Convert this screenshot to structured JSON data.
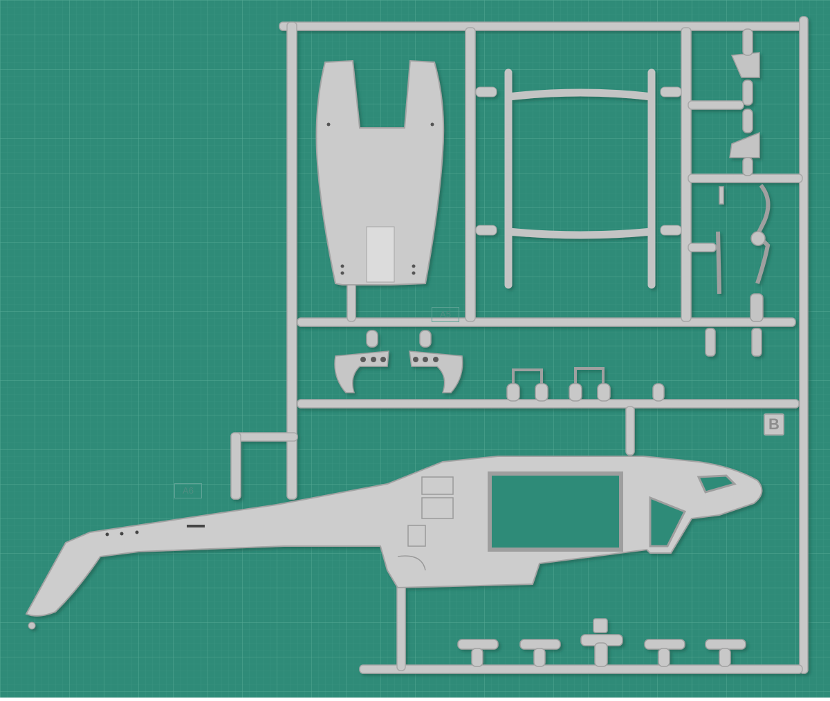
{
  "photo": {
    "mat_labels": [
      "A5",
      "A6"
    ],
    "sprue_letter": "B",
    "colors": {
      "cutting_mat": "#2f8b78",
      "mat_grid": "#4c9e8c",
      "plastic": "#c9c9c9",
      "plastic_shadow": "#a4a4a4",
      "plastic_dark": "#8f8f8f"
    }
  }
}
